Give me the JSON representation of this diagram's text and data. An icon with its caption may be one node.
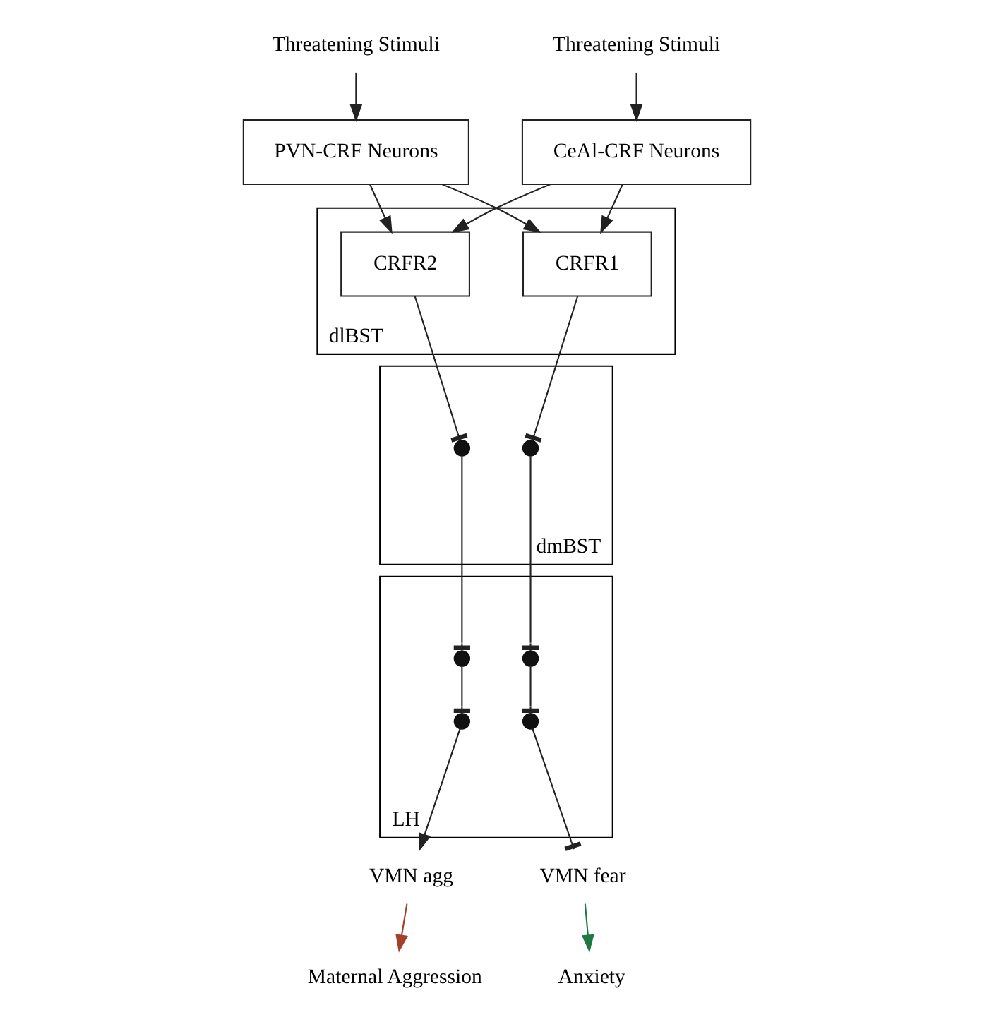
{
  "diagram": {
    "nodes": [
      {
        "text": [
          "Threatening Stimuli"
        ]
      },
      {
        "text": [
          "PVN-CRF Neurons"
        ]
      },
      {
        "text": [
          "CeAl-CRF Neurons"
        ]
      },
      {
        "text": [
          "Threatening Stimuli"
        ]
      },
      {
        "text": [
          "dlBST"
        ]
      },
      {
        "text": [
          "CRFR2"
        ],
        "in": 4
      },
      {
        "text": [
          "CRFR1"
        ],
        "in": 4
      },
      {
        "text": [
          "dmBST"
        ]
      },
      {
        "text": [],
        "shape": "circle",
        "in": 7
      },
      {
        "text": [],
        "shape": "circle",
        "in": 7
      },
      {
        "text": [
          "LH"
        ]
      },
      {
        "text": [],
        "shape": "circle",
        "in": 10
      },
      {
        "text": [],
        "shape": "circle",
        "in": 10
      },
      {
        "text": [],
        "shape": "circle",
        "in": 10
      },
      {
        "text": [],
        "shape": "circle",
        "in": 10
      },
      {
        "text": [
          "VMN fear"
        ]
      },
      {
        "text": [
          "Anxiety"
        ]
      },
      {
        "text": [
          "VMN agg"
        ]
      },
      {
        "text": [
          "Maternal Aggression"
        ]
      }
    ],
    "edges": [
      {
        "from": 0,
        "to": 1,
        "arrow": "to"
      },
      {
        "from": 3,
        "to": 2,
        "arrow": "to"
      },
      {
        "from": 1,
        "to": 5,
        "arrow": "to"
      },
      {
        "from": 1,
        "to": 6,
        "arrow": "to"
      },
      {
        "from": 2,
        "to": 5,
        "arrow": "to"
      },
      {
        "from": 2,
        "to": 6,
        "arrow": "to"
      },
      {
        "from": 5,
        "to": 8,
        "arrow": "other"
      },
      {
        "from": 6,
        "to": 9,
        "arrow": "other"
      },
      {
        "from": 8,
        "to": 11,
        "arrow": "other"
      },
      {
        "from": 9,
        "to": 12,
        "arrow": "other"
      },
      {
        "from": 11,
        "to": 13,
        "arrow": "other"
      },
      {
        "from": 12,
        "to": 14,
        "arrow": "other"
      },
      {
        "from": 14,
        "to": 15,
        "arrow": "other"
      },
      {
        "from": 13,
        "to": 17,
        "arrow": "to"
      },
      {
        "from": 15,
        "to": 16,
        "arrow": "to",
        "color": "#1e7a45"
      },
      {
        "from": 17,
        "to": 18,
        "arrow": "to",
        "color": "#a0432a"
      }
    ]
  }
}
